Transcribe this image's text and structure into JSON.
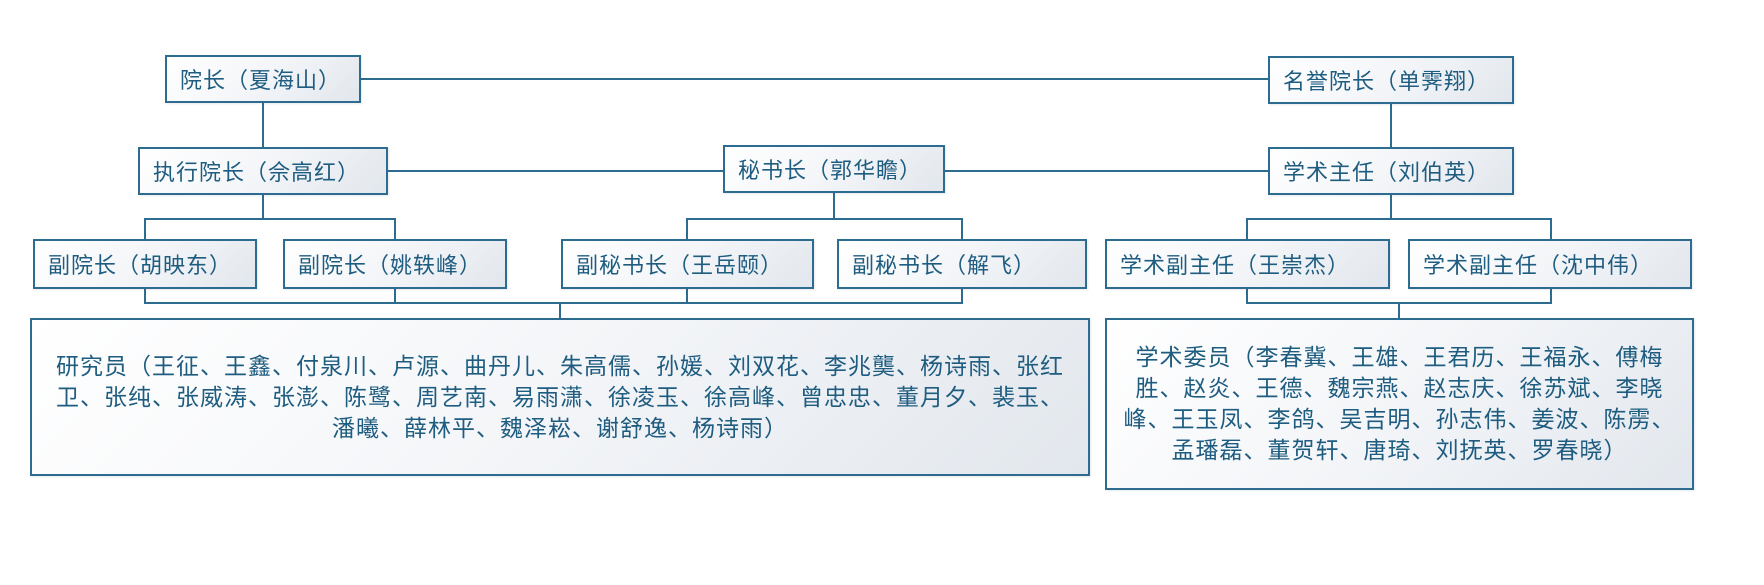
{
  "diagram": {
    "type": "organization-chart",
    "language": "zh-CN",
    "colors": {
      "background": "#ffffff",
      "box_border": "#2e6b90",
      "box_fill_gradient": [
        "#ffffff",
        "#e2e7ed"
      ],
      "connector": "#2e6b90",
      "text": "#1e5c80"
    },
    "nodes": {
      "dean": {
        "label": "院长（夏海山）"
      },
      "honorary_dean": {
        "label": "名誉院长（单霁翔）"
      },
      "executive_dean": {
        "label": "执行院长（佘高红）"
      },
      "secretary_general": {
        "label": "秘书长（郭华瞻）"
      },
      "academic_director": {
        "label": "学术主任（刘伯英）"
      },
      "vice_dean_1": {
        "label": "副院长（胡映东）"
      },
      "vice_dean_2": {
        "label": "副院长（姚轶峰）"
      },
      "deputy_secretary_general_1": {
        "label": "副秘书长（王岳颐）"
      },
      "deputy_secretary_general_2": {
        "label": "副秘书长（解飞）"
      },
      "deputy_academic_director_1": {
        "label": "学术副主任（王崇杰）"
      },
      "deputy_academic_director_2": {
        "label": "学术副主任（沈中伟）"
      },
      "researchers": {
        "lines": [
          "研究员（王征、王鑫、付泉川、卢源、曲丹儿、朱高儒、孙媛、刘双花、李兆龑、杨诗雨、张红",
          "卫、张纯、张威涛、张澎、陈鹭、周艺南、易雨潇、徐凌玉、徐高峰、曾忠忠、董月夕、裴玉、",
          "潘曦、薛林平、魏泽崧、谢舒逸、杨诗雨）"
        ]
      },
      "academic_committee": {
        "lines": [
          "学术委员（李春冀、王雄、王君历、王福永、傅梅",
          "胜、赵炎、王德、魏宗燕、赵志庆、徐苏斌、李晓",
          "峰、王玉凤、李鸽、吴吉明、孙志伟、姜波、陈雳、",
          "孟璠磊、董贺轩、唐琦、刘抚英、罗春晓）"
        ]
      }
    },
    "edges": [
      {
        "from": "dean",
        "to": "honorary_dean",
        "style": "lateral"
      },
      {
        "from": "dean",
        "to": "executive_dean"
      },
      {
        "from": "executive_dean",
        "to": "secretary_general",
        "style": "lateral"
      },
      {
        "from": "secretary_general",
        "to": "academic_director",
        "style": "lateral"
      },
      {
        "from": "honorary_dean",
        "to": "academic_director"
      },
      {
        "from": "executive_dean",
        "to": "vice_dean_1"
      },
      {
        "from": "executive_dean",
        "to": "vice_dean_2"
      },
      {
        "from": "secretary_general",
        "to": "deputy_secretary_general_1"
      },
      {
        "from": "secretary_general",
        "to": "deputy_secretary_general_2"
      },
      {
        "from": "academic_director",
        "to": "deputy_academic_director_1"
      },
      {
        "from": "academic_director",
        "to": "deputy_academic_director_2"
      },
      {
        "from": "vice_dean_1",
        "to": "researchers"
      },
      {
        "from": "vice_dean_2",
        "to": "researchers"
      },
      {
        "from": "deputy_secretary_general_1",
        "to": "researchers"
      },
      {
        "from": "deputy_secretary_general_2",
        "to": "researchers"
      },
      {
        "from": "deputy_academic_director_1",
        "to": "academic_committee"
      },
      {
        "from": "deputy_academic_director_2",
        "to": "academic_committee"
      }
    ]
  }
}
